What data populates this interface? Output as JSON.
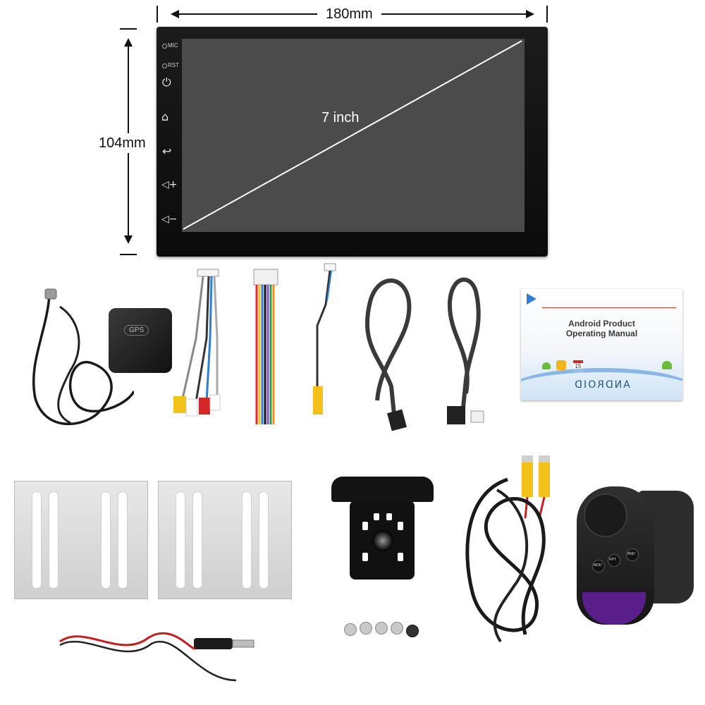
{
  "dimensions": {
    "width_label": "180mm",
    "height_label": "104mm"
  },
  "head_unit": {
    "screen_label": "7 inch",
    "buttons": [
      {
        "name": "mic",
        "label": "MIC"
      },
      {
        "name": "rst",
        "label": "RST"
      }
    ],
    "icons": [
      "power-icon",
      "home-icon",
      "back-icon",
      "volume-up-icon",
      "volume-down-icon"
    ]
  },
  "gps": {
    "label": "GPS"
  },
  "manual": {
    "title_line1": "Android Product",
    "title_line2": "Operating Manual",
    "brand": "ANDROID",
    "calendar_day": "15"
  },
  "remote": {
    "labels": [
      "MOD",
      "RPT",
      "BND"
    ]
  },
  "colors": {
    "frame": "#111111",
    "screen": "#4b4b4b",
    "rca_yellow": "#f2c21a",
    "rca_red": "#d22727",
    "remote_purple": "#5a1e8a"
  }
}
